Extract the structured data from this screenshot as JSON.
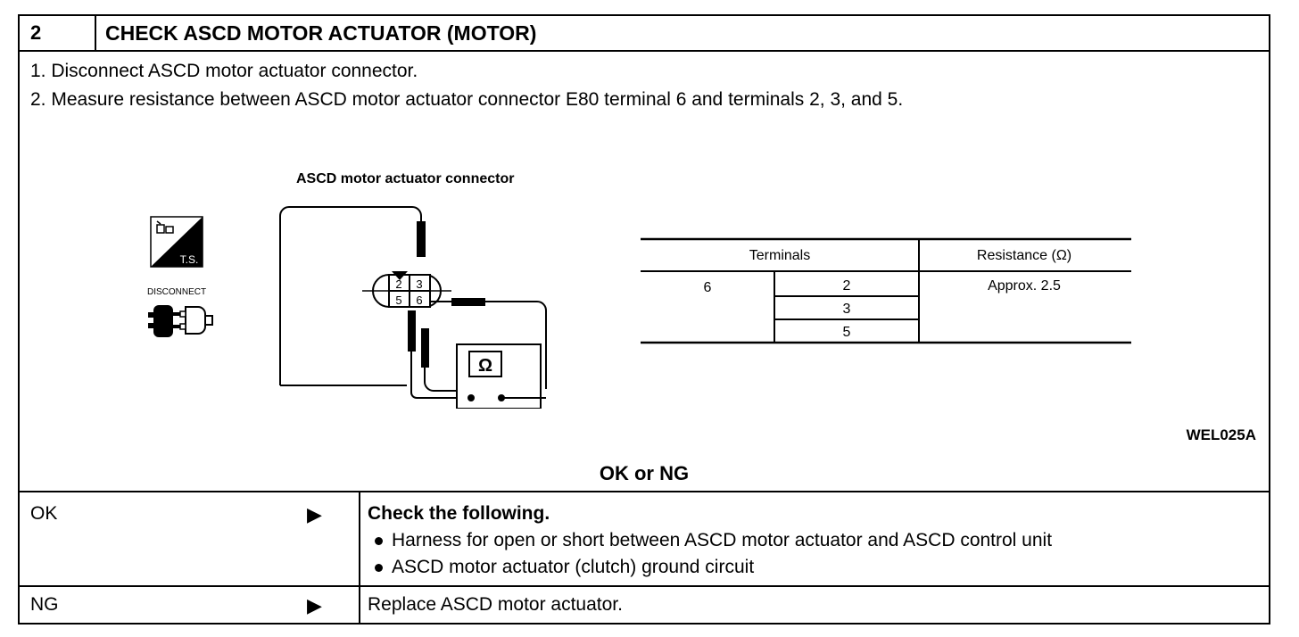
{
  "header": {
    "step_number": "2",
    "title": "CHECK ASCD MOTOR ACTUATOR (MOTOR)"
  },
  "instructions": [
    "1. Disconnect ASCD motor actuator connector.",
    "2. Measure resistance between ASCD motor actuator connector E80 terminal 6 and terminals 2, 3, and 5."
  ],
  "diagram": {
    "title": "ASCD motor actuator connector",
    "ts_icon_label": "T.S.",
    "disconnect_label": "DISCONNECT",
    "terminal_labels": [
      "2",
      "3",
      "5",
      "6"
    ],
    "meter_symbol": "Ω"
  },
  "resistance_table": {
    "headers": [
      "Terminals",
      "Resistance (Ω)"
    ],
    "from_terminal": "6",
    "to_terminals": [
      "2",
      "3",
      "5"
    ],
    "value": "Approx. 2.5"
  },
  "figure_id": "WEL025A",
  "result_prompt": "OK or NG",
  "results": [
    {
      "label": "OK",
      "arrow": "▶",
      "action_title": "Check the following.",
      "items": [
        "Harness for open or short between ASCD motor actuator and ASCD control unit",
        "ASCD motor actuator (clutch) ground circuit"
      ]
    },
    {
      "label": "NG",
      "arrow": "▶",
      "action": "Replace ASCD motor actuator."
    }
  ]
}
